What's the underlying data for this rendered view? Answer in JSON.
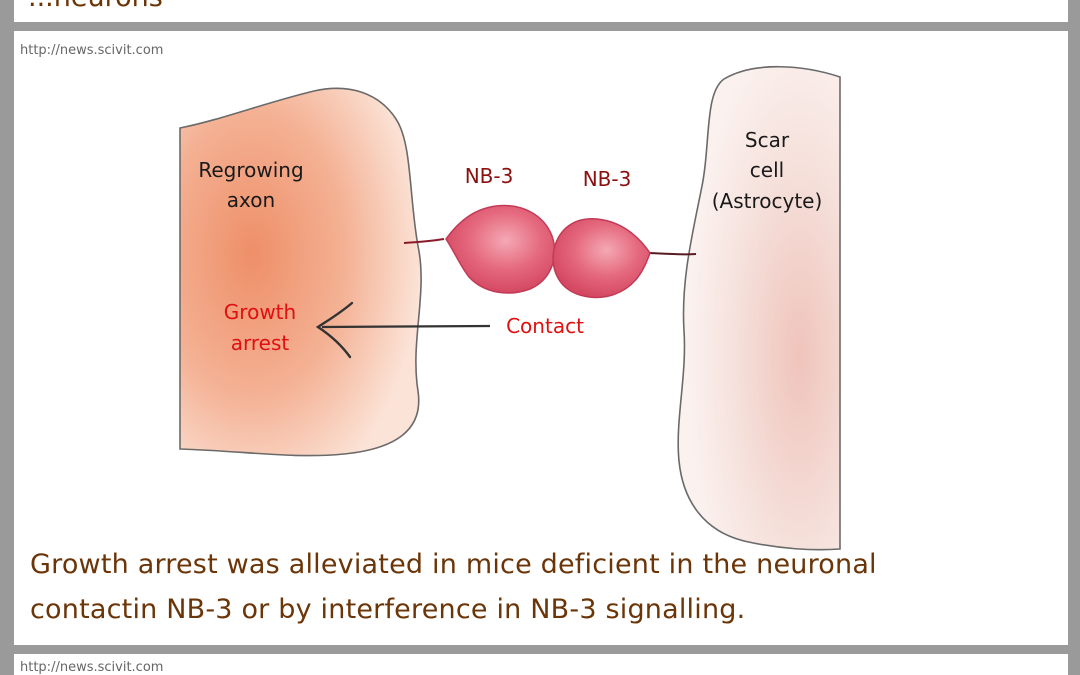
{
  "previous_slide": {
    "caption_fragment": "...neurons"
  },
  "slide": {
    "source_url": "http://news.scivit.com",
    "diagram": {
      "left_cell_label_line1": "Regrowing",
      "left_cell_label_line2": "axon",
      "right_cell_label_line1": "Scar",
      "right_cell_label_line2": "cell",
      "right_cell_label_line3": "(Astrocyte)",
      "left_molecule_label": "NB-3",
      "right_molecule_label": "NB-3",
      "contact_label": "Contact",
      "outcome_label_line1": "Growth",
      "outcome_label_line2": "arrest",
      "colors": {
        "axon_fill": "#f0a27e",
        "astrocyte_fill": "#f3dcd6",
        "molecule_fill": "#e2627a",
        "red_text": "#e01010",
        "dark_red_text": "#8b1010",
        "outline": "#666666"
      }
    },
    "caption": {
      "line1": "Growth arrest was alleviated in mice deficient in the neuronal",
      "line2": "contactin NB-3 or by interference in NB-3 signalling."
    }
  },
  "next_slide": {
    "source_url": "http://news.scivit.com"
  }
}
